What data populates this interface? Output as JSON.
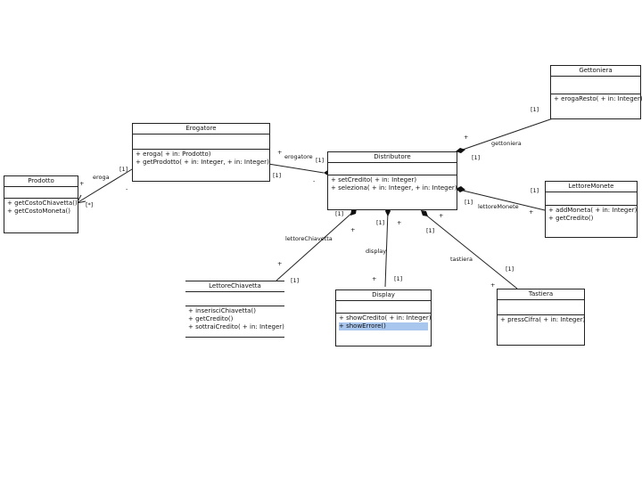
{
  "classes": {
    "gettoniera": {
      "name": "Gettoniera",
      "attributes": [],
      "operations": [
        "+ erogaResto( + in: Integer)"
      ]
    },
    "erogatore": {
      "name": "Erogatore",
      "attributes": [],
      "operations": [
        "+ eroga( + in: Prodotto)",
        "+ getProdotto( + in: Integer, + in: Integer)"
      ]
    },
    "prodotto": {
      "name": "Prodotto",
      "attributes": [],
      "operations": [
        "+ getCostoChiavetta()",
        "+ getCostoMoneta()"
      ]
    },
    "distributore": {
      "name": "Distributore",
      "attributes": [],
      "operations": [
        "+ setCredito( + in: Integer)",
        "+ seleziona( + in: Integer, + in: Integer)"
      ]
    },
    "lettoreMonete": {
      "name": "LettoreMonete",
      "attributes": [],
      "operations": [
        "+ addMoneta( + in: Integer)",
        "+ getCredito()"
      ]
    },
    "lettoreChiavetta": {
      "name": "LettoreChiavetta",
      "attributes": [],
      "operations": [
        "+ inserisciChiavetta()",
        "+ getCredito()",
        "+ sottraiCredito( + in: Integer)"
      ]
    },
    "display": {
      "name": "Display",
      "attributes": [],
      "operations": [
        "+ showCredito( + in: Integer)",
        "+ showErrore()"
      ]
    },
    "tastiera": {
      "name": "Tastiera",
      "attributes": [],
      "operations": [
        "+ pressCifra( + in: Integer)"
      ]
    }
  },
  "labels": {
    "gettoniera_role": "gettoniera",
    "gettoniera_mult_top": "[1]",
    "gettoniera_plus": "+",
    "gettoniera_mult_bottom": "[1]",
    "eroga_role": "eroga",
    "eroga_mult": "[1]",
    "eroga_plus": "+",
    "eroga_minus": "-",
    "eroga_star": "[*]",
    "erogatore_plus": "+",
    "erogatore_role": "erogatore",
    "erogatore_mult": "[1]",
    "erogatore_mult_left": "[1]",
    "erogatore_minus": "-",
    "lettoremonete_role": "lettoreMonete",
    "lettoremonete_mult": "[1]",
    "lettoremonete_plus": "+",
    "lettoremonete_mult_right": "[1]",
    "lc_mult_top": "[1]",
    "lc_plus": "+",
    "lc_role": "lettoreChiavetta",
    "lc_plus2": "+",
    "lc_mult_bottom": "[1]",
    "display_mult_top": "[1]",
    "display_plus": "+",
    "display_role": "display",
    "display_plus2": "+",
    "display_mult_bottom": "[1]",
    "tastiera_mult_top": "[1]",
    "tastiera_plus": "+",
    "tastiera_role": "tastiera",
    "tastiera_mult_bottom": "[1]",
    "tastiera_plus2": "+"
  }
}
